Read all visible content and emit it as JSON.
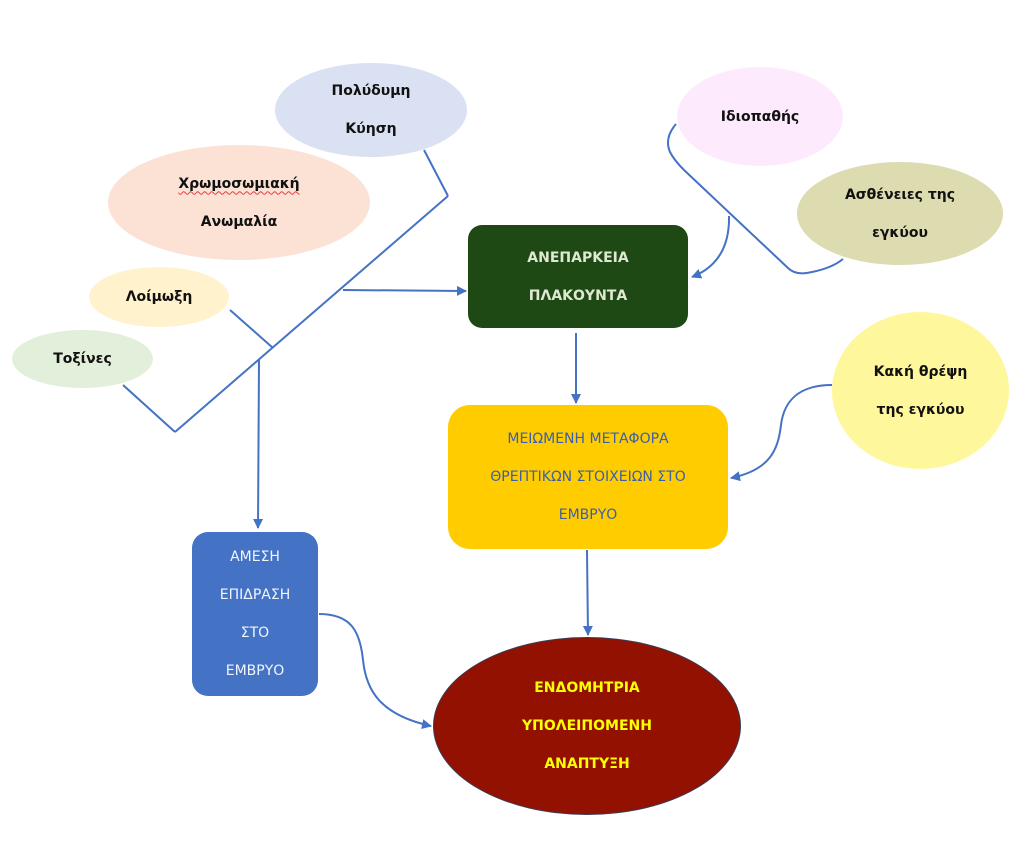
{
  "diagram": {
    "colors": {
      "connector": "#4472c4",
      "placenta_fill": "#1f4914",
      "transport_fill": "#ffcc00",
      "direct_fill": "#4472c4",
      "iugr_fill": "#921100",
      "iugr_text": "#ffff00"
    },
    "causes": {
      "multiple_pregnancy": [
        "Πολύδυμη",
        "Κύηση"
      ],
      "chromosomal": [
        "Χρωμοσωμιακή",
        "Ανωμαλία"
      ],
      "infection": [
        "Λοίμωξη"
      ],
      "toxins": [
        "Τοξίνες"
      ],
      "idiopathic": [
        "Ιδιοπαθής"
      ],
      "maternal_disease": [
        "Ασθένειες της",
        "εγκύου"
      ],
      "malnutrition": [
        "Κακή θρέψη",
        "της εγκύου"
      ]
    },
    "placental_insufficiency": [
      "ΑΝΕΠΑΡΚΕΙΑ",
      "ΠΛΑΚΟΥΝΤΑ"
    ],
    "reduced_transport": [
      "ΜΕΙΩΜΕΝΗ ΜΕΤΑΦΟΡΑ",
      "ΘΡΕΠΤΙΚΩΝ ΣΤΟΙΧΕΙΩΝ ΣΤΟ",
      "ΕΜΒΡΥΟ"
    ],
    "direct_effect": [
      "ΑΜΕΣΗ",
      "ΕΠΙΔΡΑΣΗ",
      "ΣΤΟ",
      "ΕΜΒΡΥΟ"
    ],
    "outcome": [
      "ΕΝΔΟΜΗΤΡΙΑ",
      "ΥΠΟΛΕΙΠΟΜΕΝΗ",
      "ΑΝΑΠΤΥΞΗ"
    ]
  }
}
